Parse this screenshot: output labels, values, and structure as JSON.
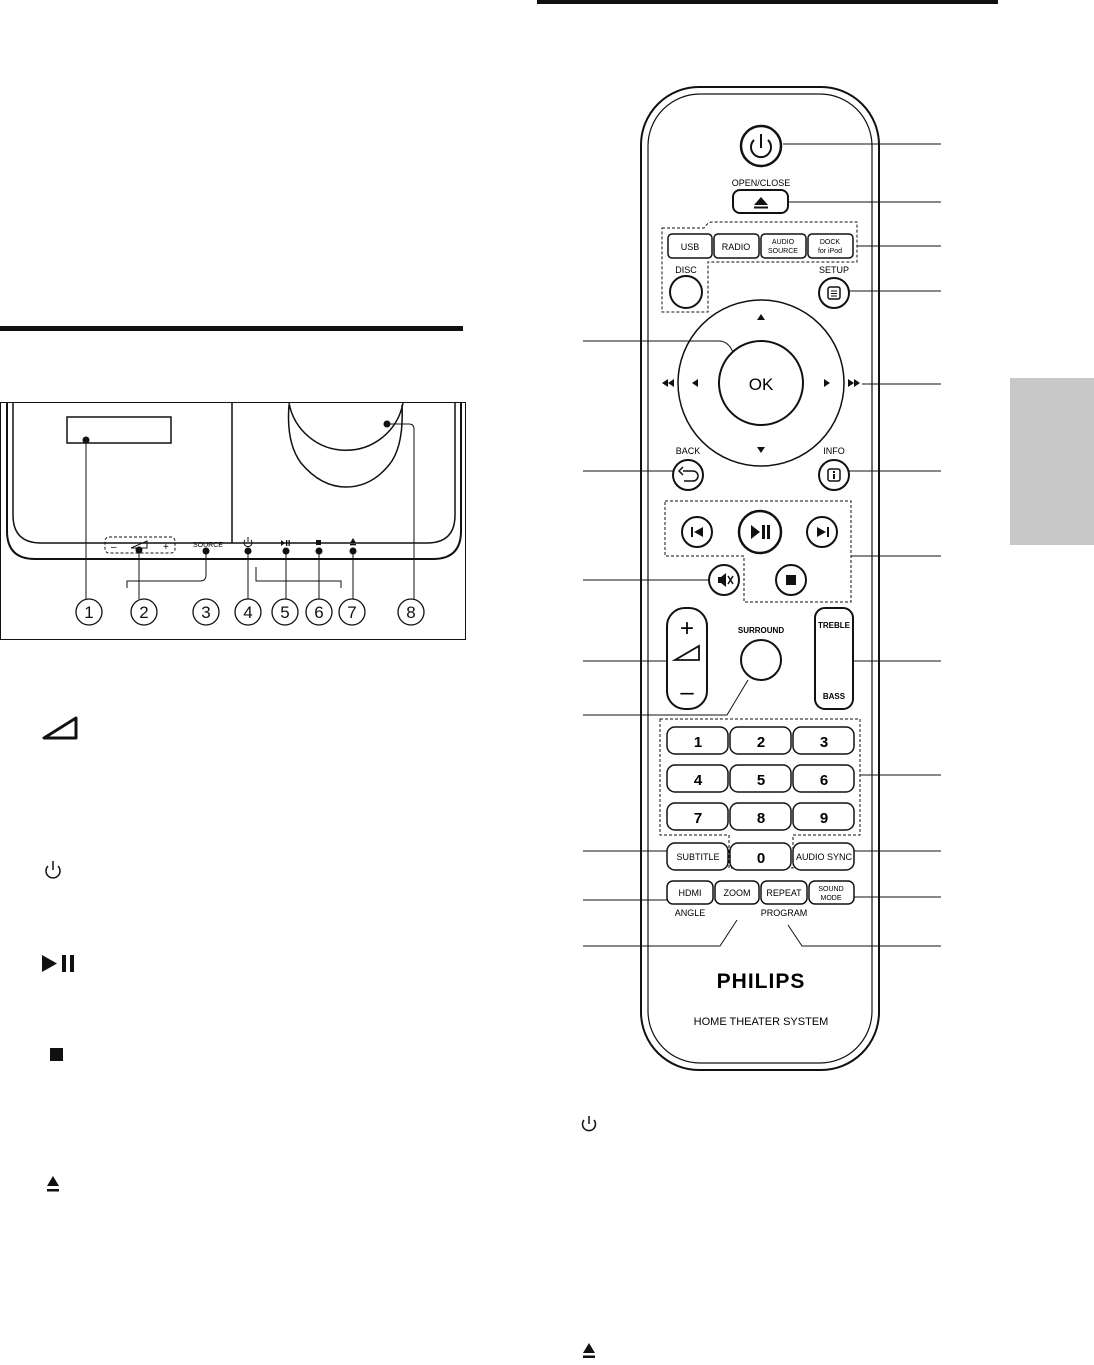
{
  "front_panel": {
    "callouts": [
      "1",
      "2",
      "3",
      "4",
      "5",
      "6",
      "7",
      "8"
    ],
    "source_label": "SOURCE",
    "vol_minus": "–",
    "vol_plus": "+"
  },
  "left_column_symbols": [
    "volume-icon",
    "power-icon",
    "play-pause-icon",
    "stop-icon",
    "eject-icon"
  ],
  "remote": {
    "open_close": "OPEN/CLOSE",
    "source_buttons": [
      "USB",
      "RADIO",
      "AUDIO",
      "SOURCE",
      "DOCK",
      "for iPod"
    ],
    "disc": "DISC",
    "setup": "SETUP",
    "ok": "OK",
    "back": "BACK",
    "info": "INFO",
    "surround": "SURROUND",
    "treble": "TREBLE",
    "bass": "BASS",
    "vol_plus": "+",
    "vol_minus": "–",
    "numbers": [
      "1",
      "2",
      "3",
      "4",
      "5",
      "6",
      "7",
      "8",
      "9",
      "0"
    ],
    "subtitle": "SUBTITLE",
    "audio_sync": "AUDIO SYNC",
    "hdmi": "HDMI",
    "zoom": "ZOOM",
    "repeat": "REPEAT",
    "sound": "SOUND",
    "mode": "MODE",
    "angle": "ANGLE",
    "program": "PROGRAM",
    "brand": "PHILIPS",
    "model": "HOME THEATER SYSTEM"
  },
  "right_column_symbols": [
    "power-icon",
    "eject-icon"
  ]
}
